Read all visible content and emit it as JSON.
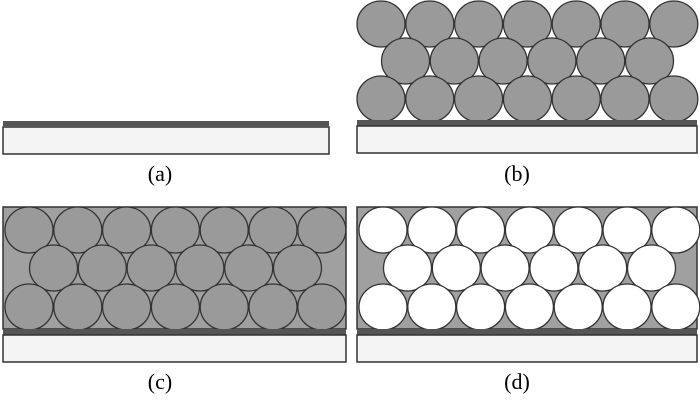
{
  "panels": [
    {
      "label": "(a)",
      "spheres": "none",
      "matrix": false
    },
    {
      "label": "(b)",
      "spheres": "filled",
      "matrix": false
    },
    {
      "label": "(c)",
      "spheres": "filled",
      "matrix": true
    },
    {
      "label": "(d)",
      "spheres": "hollow",
      "matrix": true
    }
  ],
  "colors": {
    "substrate_fill": "#f4f4f4",
    "substrate_border": "#333333",
    "substrate_top_layer": "#555555",
    "sphere_filled": "#9a9a9a",
    "sphere_hollow": "#ffffff",
    "sphere_stroke": "#333333",
    "matrix_fill": "#a0a0a0"
  }
}
